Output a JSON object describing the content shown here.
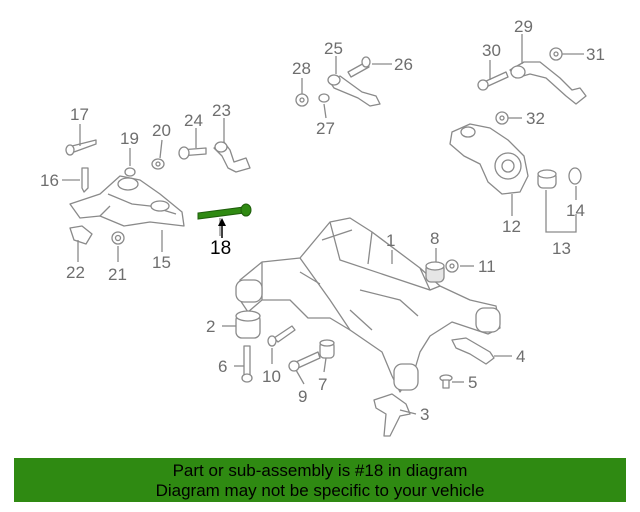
{
  "callouts": {
    "c1": "1",
    "c2": "2",
    "c3": "3",
    "c4": "4",
    "c5": "5",
    "c6": "6",
    "c7": "7",
    "c8": "8",
    "c9": "9",
    "c10": "10",
    "c11": "11",
    "c12": "12",
    "c13": "13",
    "c14": "14",
    "c15": "15",
    "c16": "16",
    "c17": "17",
    "c18": "18",
    "c19": "19",
    "c20": "20",
    "c21": "21",
    "c22": "22",
    "c23": "23",
    "c24": "24",
    "c25": "25",
    "c26": "26",
    "c27": "27",
    "c28": "28",
    "c29": "29",
    "c30": "30",
    "c31": "31",
    "c32": "32"
  },
  "highlighted_part": "18",
  "colors": {
    "highlight": "#2f8a12",
    "banner": "#2f8a12",
    "linework": "#8a8a8a"
  },
  "banner": {
    "line1": "Part or sub-assembly is #18 in diagram",
    "line2": "Diagram may not be specific to your vehicle"
  }
}
